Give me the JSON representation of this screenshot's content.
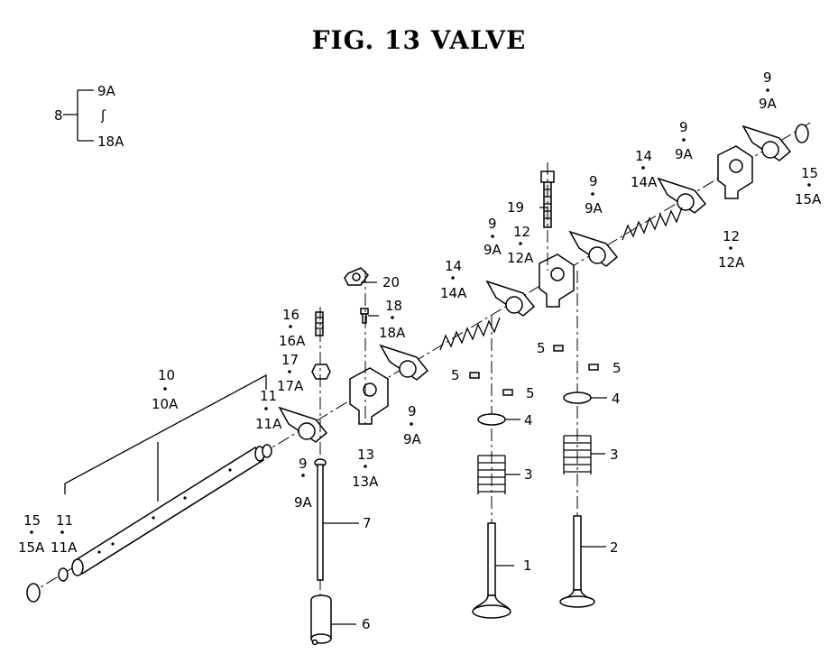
{
  "title": "FIG. 13  VALVE",
  "legend": {
    "group": "8",
    "top": "9A",
    "mid": "ʃ",
    "bottom": "18A"
  },
  "labels": {
    "p1": "1",
    "p2": "2",
    "p3a": "3",
    "p3b": "3",
    "p4a": "4",
    "p4b": "4",
    "p5a": "5",
    "p5b": "5",
    "p5c": "5",
    "p5d": "5",
    "p6": "6",
    "p7": "7",
    "p9a": "9",
    "p9aA": "9A",
    "p9b": "9",
    "p9bA": "9A",
    "p9c": "9",
    "p9cA": "9A",
    "p9d": "9",
    "p9dA": "9A",
    "p9e": "9",
    "p9eA": "9A",
    "p9f": "9",
    "p9fA": "9A",
    "p10": "10",
    "p10A": "10A",
    "p11a": "11",
    "p11aA": "11A",
    "p11b": "11",
    "p11bA": "11A",
    "p12a": "12",
    "p12aA": "12A",
    "p12b": "12",
    "p12bA": "12A",
    "p13": "13",
    "p13A": "13A",
    "p14a": "14",
    "p14aA": "14A",
    "p14b": "14",
    "p14bA": "14A",
    "p15a": "15",
    "p15aA": "15A",
    "p15b": "15",
    "p15bA": "15A",
    "p16": "16",
    "p16A": "16A",
    "p17": "17",
    "p17A": "17A",
    "p18": "18",
    "p18A": "18A",
    "p19": "19",
    "p20": "20"
  }
}
